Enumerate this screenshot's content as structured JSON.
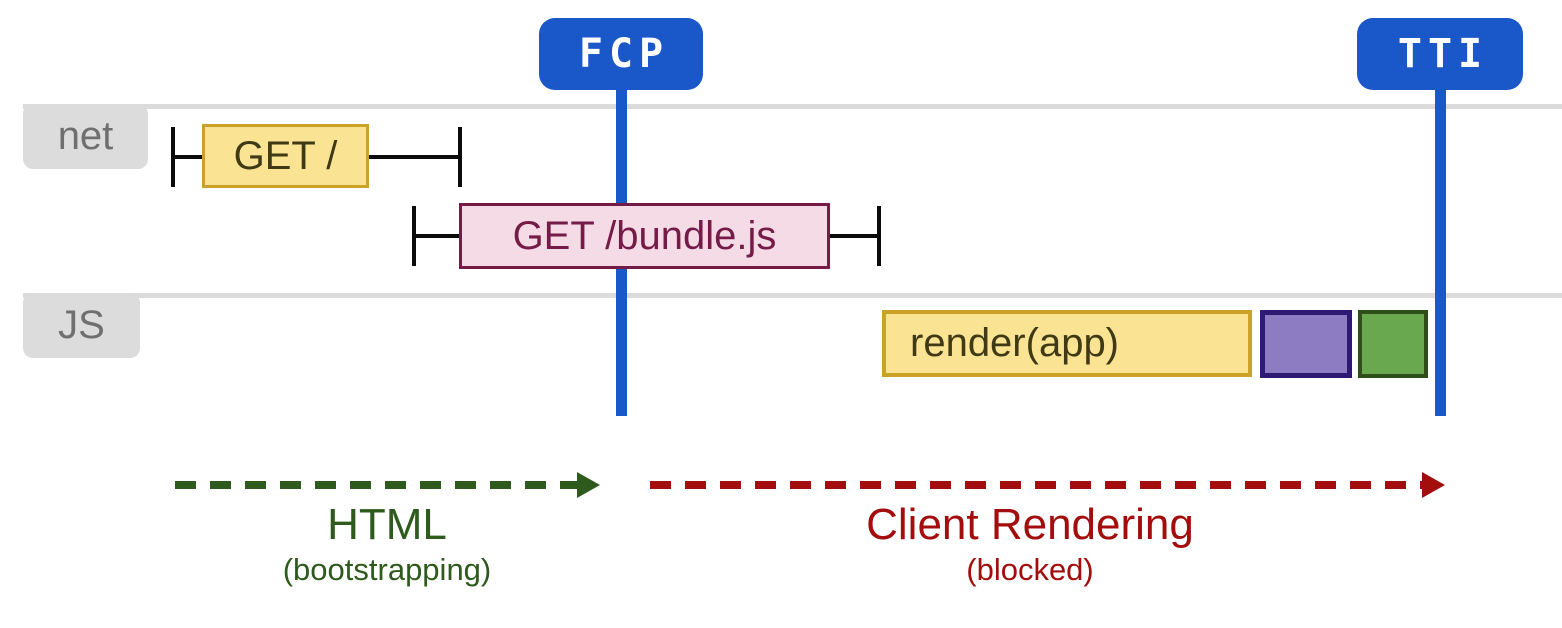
{
  "diagram": {
    "markers": [
      {
        "id": "fcp",
        "label": "FCP"
      },
      {
        "id": "tti",
        "label": "TTI"
      }
    ],
    "lanes": [
      {
        "id": "net",
        "label": "net"
      },
      {
        "id": "js",
        "label": "JS"
      }
    ],
    "events": [
      {
        "lane": "net",
        "label": "GET /",
        "style": "yellow",
        "whiskers": true
      },
      {
        "lane": "net",
        "label": "GET /bundle.js",
        "style": "pink",
        "whiskers": true
      },
      {
        "lane": "js",
        "label": "render(app)",
        "style": "yellow",
        "whiskers": false
      },
      {
        "lane": "js",
        "label": "",
        "style": "purple",
        "whiskers": false
      },
      {
        "lane": "js",
        "label": "",
        "style": "green",
        "whiskers": false
      }
    ],
    "phases": [
      {
        "title": "HTML",
        "subtitle": "(bootstrapping)",
        "color": "#2E5A1D"
      },
      {
        "title": "Client Rendering",
        "subtitle": "(blocked)",
        "color": "#A30D0D"
      }
    ]
  },
  "colors": {
    "markerBlue": "#1A57C8",
    "laneLine": "#DBDBDB",
    "labelBg": "#DCDCDC",
    "labelText": "#6F6F6F",
    "yellowFill": "#FBE394",
    "yellowBorder": "#C9A227",
    "yellowText": "#3F3A15",
    "pinkFill": "#F5DBE6",
    "pinkBorder": "#741B47",
    "purpleFill": "#8E7CC3",
    "purpleBorder": "#2E1A75",
    "greenFill": "#6AA84F",
    "greenBorder": "#2D5016",
    "whisker": "#0B0B0B",
    "phaseGreen": "#2E5A1D",
    "phaseRed": "#A30D0D"
  }
}
